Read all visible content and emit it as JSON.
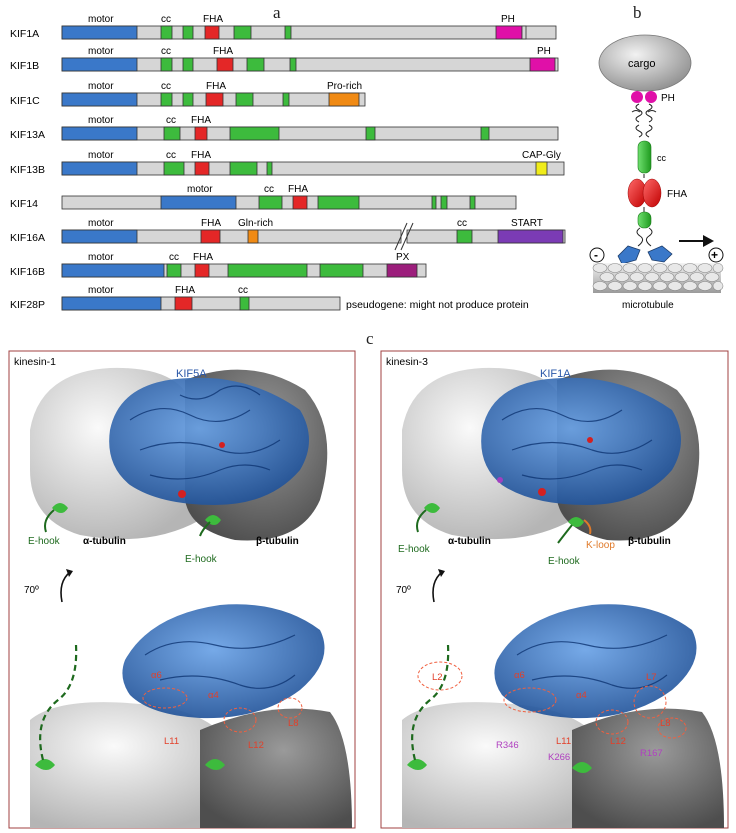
{
  "panel_labels": {
    "a": "a",
    "b": "b",
    "c": "c"
  },
  "colors": {
    "motor": "#3a78c9",
    "cc": "#3dbb3d",
    "fha": "#e42727",
    "ph": "#e010a8",
    "prorich": "#f08a14",
    "capgly": "#f0ec1a",
    "glnrich": "#f08a14",
    "px": "#9c1e7c",
    "start": "#7b3bb5",
    "bar": "#d6d6d6",
    "cargo": "#b4b4b4"
  },
  "proteins": [
    {
      "name": "KIF1A",
      "labels": [
        "motor",
        "cc",
        "FHA",
        "PH"
      ]
    },
    {
      "name": "KIF1B",
      "labels": [
        "motor",
        "cc",
        "FHA",
        "PH"
      ]
    },
    {
      "name": "KIF1C",
      "labels": [
        "motor",
        "cc",
        "FHA",
        "Pro-rich"
      ]
    },
    {
      "name": "KIF13A",
      "labels": [
        "motor",
        "cc",
        "FHA"
      ]
    },
    {
      "name": "KIF13B",
      "labels": [
        "motor",
        "cc",
        "FHA",
        "CAP-Gly"
      ]
    },
    {
      "name": "KIF14",
      "labels": [
        "motor",
        "cc",
        "FHA"
      ]
    },
    {
      "name": "KIF16A",
      "labels": [
        "motor",
        "FHA",
        "Gln-rich",
        "cc",
        "START"
      ]
    },
    {
      "name": "KIF16B",
      "labels": [
        "motor",
        "cc",
        "FHA",
        "PX"
      ]
    },
    {
      "name": "KIF28P",
      "labels": [
        "motor",
        "FHA",
        "cc"
      ],
      "note": "pseudogene: might not produce protein"
    }
  ],
  "schematic": {
    "cargo": "cargo",
    "ph": "PH",
    "cc": "cc",
    "fha": "FHA",
    "microtubule": "microtubule",
    "minus": "-",
    "plus": "+"
  },
  "structures": [
    {
      "title": "kinesin-1",
      "protein": "KIF5A",
      "alpha": "α-tubulin",
      "beta": "β-tubulin",
      "ehook1": "E-hook",
      "ehook2": "E-hook",
      "rotation": "70º",
      "residues": [
        "α6",
        "α4",
        "L12",
        "L8",
        "L11"
      ]
    },
    {
      "title": "kinesin-3",
      "protein": "KIF1A",
      "alpha": "α-tubulin",
      "beta": "β-tubulin",
      "ehook1": "E-hook",
      "ehook2": "E-hook",
      "kloop": "K-loop",
      "rotation": "70º",
      "residues": [
        "L2",
        "α6",
        "α4",
        "L7",
        "L8",
        "L11",
        "L12"
      ],
      "basic": [
        "R346",
        "K266",
        "R167"
      ]
    }
  ]
}
